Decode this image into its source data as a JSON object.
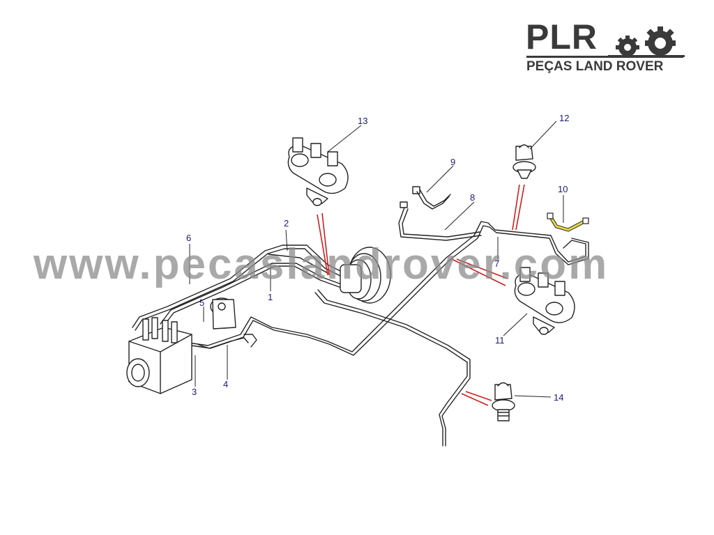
{
  "logo": {
    "title": "PLR",
    "subtitle": "PEÇAS LAND ROVER",
    "icon": "gears-icon"
  },
  "watermark": "www.pecaslandrover.com",
  "callouts": [
    {
      "id": "1",
      "label": "1"
    },
    {
      "id": "2",
      "label": "2"
    },
    {
      "id": "3",
      "label": "3"
    },
    {
      "id": "4",
      "label": "4"
    },
    {
      "id": "5",
      "label": "5"
    },
    {
      "id": "6",
      "label": "6"
    },
    {
      "id": "7",
      "label": "7"
    },
    {
      "id": "8",
      "label": "8"
    },
    {
      "id": "9",
      "label": "9"
    },
    {
      "id": "10",
      "label": "10"
    },
    {
      "id": "11",
      "label": "11"
    },
    {
      "id": "12",
      "label": "12"
    },
    {
      "id": "13",
      "label": "13"
    },
    {
      "id": "14",
      "label": "14"
    }
  ],
  "colors": {
    "line": "#222222",
    "callout": "#1a1a7a",
    "leader_red": "#cc1f1f",
    "hose_highlight": "#e6d84a",
    "logo": "#3a3a3a",
    "watermark": "#8d8d8d"
  }
}
